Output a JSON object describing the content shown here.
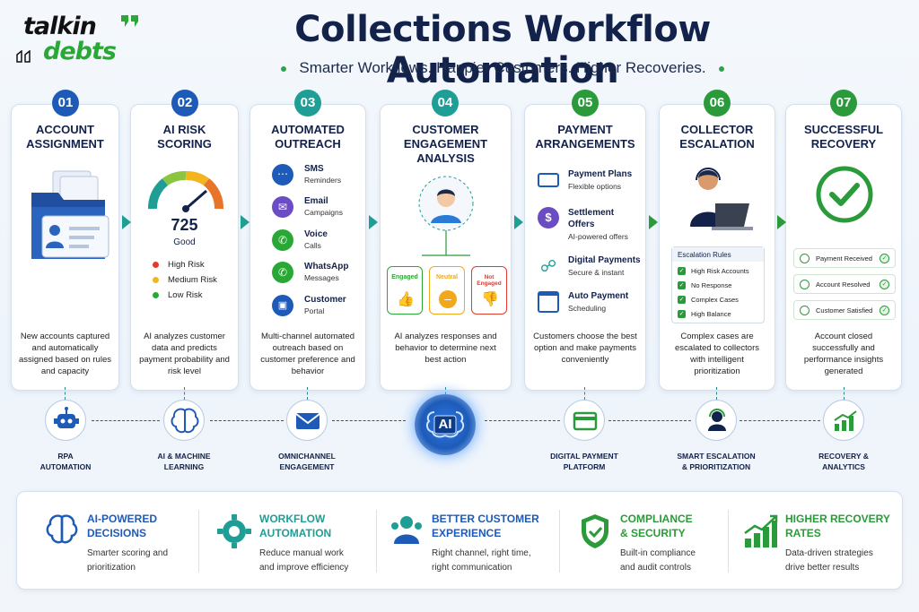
{
  "brand": {
    "line1": "talkin",
    "line2": "debts"
  },
  "header": {
    "title": "Collections Workflow Automation",
    "subtitle": "Smarter Workflows. Happier Customers. Higher Recoveries."
  },
  "colors": {
    "navy": "#13224a",
    "blue": "#1e5bb8",
    "teal": "#1f9e95",
    "green": "#2a9a3a",
    "purple": "#6c4cc2"
  },
  "steps": [
    {
      "num": "01",
      "title": "Account\nAssignment",
      "desc": "New accounts captured and automatically assigned based on rules and capacity"
    },
    {
      "num": "02",
      "title": "AI Risk\nScoring",
      "desc": "AI analyzes customer data and predicts payment probability and risk level",
      "gauge": {
        "score": "725",
        "rating": "Good"
      },
      "legend": [
        {
          "label": "High Risk",
          "color": "#e03b2f"
        },
        {
          "label": "Medium Risk",
          "color": "#f2b51d"
        },
        {
          "label": "Low Risk",
          "color": "#2aa836"
        }
      ]
    },
    {
      "num": "03",
      "title": "Automated\nOutreach",
      "desc": "Multi-channel automated outreach based on customer preference and behavior",
      "channels": [
        {
          "name": "SMS",
          "sub": "Reminders",
          "icon": "sms-icon",
          "color": "#1e5bb8"
        },
        {
          "name": "Email",
          "sub": "Campaigns",
          "icon": "email-icon",
          "color": "#6c4cc2"
        },
        {
          "name": "Voice",
          "sub": "Calls",
          "icon": "phone-icon",
          "color": "#2aa836"
        },
        {
          "name": "WhatsApp",
          "sub": "Messages",
          "icon": "whatsapp-icon",
          "color": "#2aa836"
        },
        {
          "name": "Customer",
          "sub": "Portal",
          "icon": "portal-icon",
          "color": "#1e5bb8"
        }
      ]
    },
    {
      "num": "04",
      "title": "Customer\nEngagement\nAnalysis",
      "desc": "AI analyzes responses and behavior to determine next best action",
      "states": [
        {
          "label": "Engaged",
          "icon": "thumbs-up-icon",
          "color": "#2aa836"
        },
        {
          "label": "Neutral",
          "icon": "neutral-icon",
          "color": "#f2a81d"
        },
        {
          "label": "Not Engaged",
          "icon": "thumbs-down-icon",
          "color": "#e03b2f"
        }
      ]
    },
    {
      "num": "05",
      "title": "Payment\nArrangements",
      "desc": "Customers choose the best option and make payments conveniently",
      "options": [
        {
          "name": "Payment Plans",
          "sub": "Flexible options",
          "icon": "card-icon"
        },
        {
          "name": "Settlement\nOffers",
          "sub": "AI-powered offers",
          "icon": "dollar-icon"
        },
        {
          "name": "Digital Payments",
          "sub": "Secure & instant",
          "icon": "link-icon"
        },
        {
          "name": "Auto Payment",
          "sub": "Scheduling",
          "icon": "calendar-icon"
        }
      ]
    },
    {
      "num": "06",
      "title": "Collector\nEscalation",
      "desc": "Complex cases are escalated to collectors with intelligent prioritization",
      "rules_title": "Escalation Rules",
      "rules": [
        "High Risk Accounts",
        "No Response",
        "Complex Cases",
        "High Balance"
      ]
    },
    {
      "num": "07",
      "title": "Successful\nRecovery",
      "desc": "Account closed successfully and performance insights generated",
      "outcomes": [
        "Payment Received",
        "Account Resolved",
        "Customer Satisfied"
      ]
    }
  ],
  "tech": [
    {
      "label": "RPA\nAutomation",
      "icon": "robot-icon"
    },
    {
      "label": "AI & Machine\nLearning",
      "icon": "brain-icon"
    },
    {
      "label": "Omnichannel\nEngagement",
      "icon": "envelope-icon"
    },
    {
      "label": "AI",
      "icon": "ai-chip-icon"
    },
    {
      "label": "Digital Payment\nPlatform",
      "icon": "payment-card-icon"
    },
    {
      "label": "Smart Escalation\n& Prioritization",
      "icon": "agent-icon"
    },
    {
      "label": "Recovery &\nAnalytics",
      "icon": "growth-chart-icon"
    }
  ],
  "benefits": [
    {
      "title": "AI-Powered\nDecisions",
      "desc": "Smarter scoring and\nprioritization",
      "icon": "brain-icon",
      "color": "#1e5bb8"
    },
    {
      "title": "Workflow\nAutomation",
      "desc": "Reduce manual work\nand improve efficiency",
      "icon": "gear-icon",
      "color": "#1f9e95"
    },
    {
      "title": "Better Customer\nExperience",
      "desc": "Right channel, right time,\nright communication",
      "icon": "customer-icon",
      "color": "#1e5bb8"
    },
    {
      "title": "Compliance\n& Security",
      "desc": "Built-in compliance\nand audit controls",
      "icon": "shield-icon",
      "color": "#2a9a3a"
    },
    {
      "title": "Higher Recovery\nRates",
      "desc": "Data-driven strategies\ndrive better results",
      "icon": "growth-chart-icon",
      "color": "#2a9a3a"
    }
  ]
}
